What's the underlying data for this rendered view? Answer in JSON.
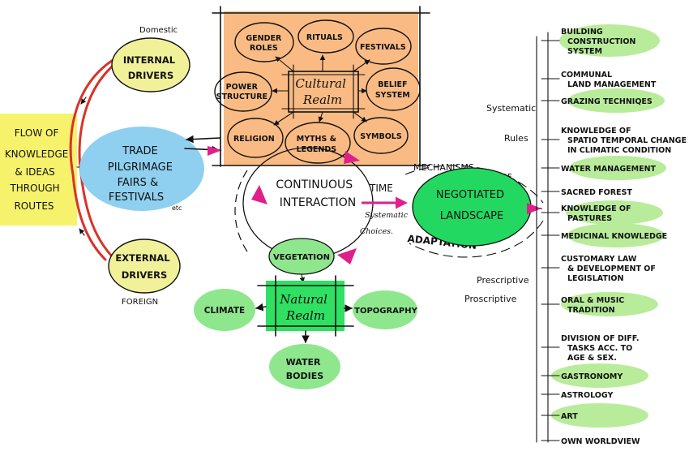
{
  "colors": {
    "yellow": "#f7f26b",
    "yellow_light": "#f1f19a",
    "blue": "#8fd0f0",
    "orange": "#f9bb83",
    "green": "#22d860",
    "green_box": "#2fe063",
    "green_light": "#b9ec9a",
    "green_mid": "#8fe78d",
    "pink": "#e0208a",
    "red": "#d8332a"
  },
  "left": {
    "source_box": [
      "FLOW OF",
      "KNOWLEDGE",
      "& IDEAS",
      "THROUGH",
      "ROUTES"
    ],
    "domestic_label": "Domestic",
    "internal": [
      "INTERNAL",
      "DRIVERS"
    ],
    "trade": [
      "TRADE",
      "PILGRIMAGE",
      "FAIRS &",
      "FESTIVALS"
    ],
    "trade_suffix": "etc",
    "external": [
      "EXTERNAL",
      "DRIVERS"
    ],
    "foreign_label": "FOREIGN"
  },
  "cultural": {
    "center": [
      "Cultural",
      "Realm"
    ],
    "gender": [
      "GENDER",
      "ROLES"
    ],
    "rituals": "RITUALS",
    "festivals": "FESTIVALS",
    "power": [
      "POWER",
      "STRUCTURE"
    ],
    "belief": [
      "BELIEF",
      "SYSTEM"
    ],
    "religion": "RELIGION",
    "myths": [
      "MYTHS &",
      "LEGENDS"
    ],
    "symbols": "SYMBOLS"
  },
  "middle": {
    "interaction": [
      "CONTINUOUS",
      "INTERACTION"
    ],
    "time": "TIME",
    "mechanisms": "MECHANISMS",
    "of": "OF",
    "systematic_choices": [
      "Systematic",
      "Choices."
    ],
    "adaptation": "ADAPTATION",
    "negotiated": [
      "NEGOTIATED",
      "LANDSCAPE"
    ]
  },
  "natural": {
    "center": [
      "Natural",
      "Realm"
    ],
    "vegetation": "VEGETATION",
    "climate": "CLIMATE",
    "topography": "TOPOGRAPHY",
    "water": [
      "WATER",
      "BODIES"
    ]
  },
  "rules": {
    "systematic_label": [
      "Systematic",
      "Rules"
    ],
    "prescriptive_label": [
      "Prescriptive",
      "Proscriptive"
    ],
    "items": [
      [
        "BUILDING",
        "CONSTRUCTION",
        "SYSTEM"
      ],
      [
        "COMMUNAL",
        "LAND MANAGEMENT"
      ],
      [
        "GRAZING TECHNIQES"
      ],
      [
        "KNOWLEDGE OF",
        "SPATIO TEMPORAL CHANGE",
        "IN CLIMATIC CONDITION"
      ],
      [
        "WATER MANAGEMENT"
      ],
      [
        "SACRED FOREST"
      ],
      [
        "KNOWLEDGE OF",
        "PASTURES"
      ],
      [
        "MEDICINAL KNOWLEDGE"
      ],
      [
        "CUSTOMARY LAW",
        "& DEVELOPMENT OF",
        "LEGISLATION"
      ],
      [
        "ORAL & MUSIC",
        "TRADITION"
      ],
      [
        "DIVISION OF DIFF.",
        "TASKS ACC. TO",
        "AGE & SEX."
      ],
      [
        "GASTRONOMY"
      ],
      [
        "ASTROLOGY"
      ],
      [
        "ART"
      ],
      [
        "OWN WORLDVIEW"
      ]
    ]
  }
}
